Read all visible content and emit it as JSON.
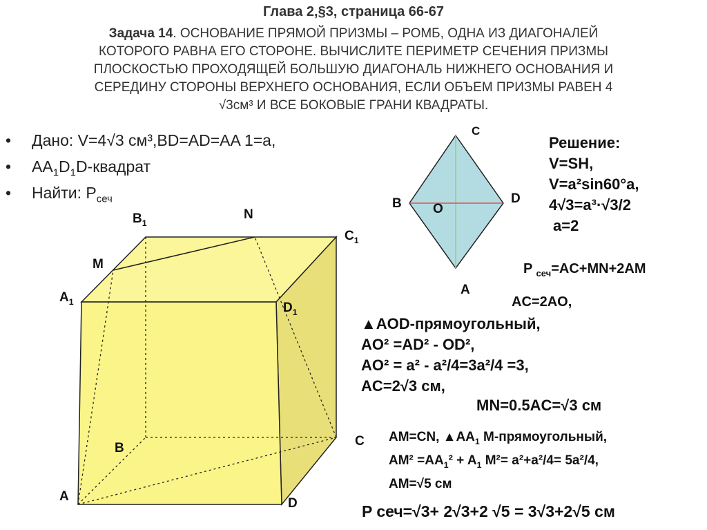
{
  "header": {
    "title": "Глава 2,§3, страница 66-67",
    "task_label": "Задача 14",
    "task_lines": [
      ". ОСНОВАНИЕ ПРЯМОЙ ПРИЗМЫ – РОМБ, ОДНА ИЗ ДИАГОНАЛЕЙ",
      "КОТОРОГО РАВНА ЕГО СТОРОНЕ. ВЫЧИСЛИТЕ ПЕРИМЕТР СЕЧЕНИЯ ПРИЗМЫ",
      "ПЛОСКОСТЬЮ ПРОХОДЯЩЕЙ БОЛЬШУЮ ДИАГОНАЛЬ НИЖНЕГО ОСНОВАНИЯ И",
      "СЕРЕДИНУ СТОРОНЫ ВЕРХНЕГО ОСНОВАНИЯ, ЕСЛИ ОБЪЕМ ПРИЗМЫ РАВЕН 4",
      "√3см³ И ВСЕ БОКОВЫЕ ГРАНИ КВАДРАТЫ."
    ]
  },
  "given": {
    "bullet": "•",
    "line1": "Дано: V=4√3 см³,BD=AD=AA 1=a,",
    "line2_a": "AA",
    "line2_s1": "1",
    "line2_b": "D",
    "line2_s2": "1",
    "line2_c": "D-квадрат",
    "line3_a": "Найти: P",
    "line3_s": "сеч"
  },
  "prism_labels": {
    "B1": "B",
    "B1_sub": "1",
    "N": "N",
    "C1": "C",
    "C1_sub": "1",
    "M": "M",
    "A1": "A",
    "A1_sub": "1",
    "D1": "D",
    "D1_sub": "1",
    "B": "B",
    "C": "C",
    "A": "A",
    "D": "D"
  },
  "rhombus_labels": {
    "C": "C",
    "B": "B",
    "O": "O",
    "D": "D",
    "A": "A"
  },
  "solution": {
    "heading": "Решение:",
    "l1": "V=SH,",
    "l2": "V=a²sin60°a,",
    "l3": "4√3=a³·√3/2",
    "l4": "a=2",
    "perim_a": "P ",
    "perim_s": "сеч",
    "perim_b": "=AC+MN+2AM",
    "ac": "AC=2AO,",
    "aod1": "▲AOD-прямоугольный,",
    "aod2": "AO² =AD² - OD²,",
    "aod3": "AO² = a² - a²/4=3a²/4 =3,",
    "aod4": "AC=2√3 см,",
    "mn": "MN=0.5AC=√3 см",
    "am1_a": "AM=CN, ▲AA",
    "am1_s": "1",
    "am1_b": " M-прямоугольный,",
    "am2_a": "AM² =AA",
    "am2_s1": "1",
    "am2_b": "² + A",
    "am2_s2": "1",
    "am2_c": " M²= a²+a²/4= 5a²/4,",
    "am3": "AM=√5 см",
    "final": "P сеч=√3+ 2√3+2 √5 = 3√3+2√5 см"
  },
  "colors": {
    "face_front": "#fbf488",
    "face_top": "#fbf699",
    "face_right": "#e8df78",
    "rhombus": "#b3dce2",
    "diag_green": "#9ad36a",
    "diag_red": "#e0504a"
  }
}
